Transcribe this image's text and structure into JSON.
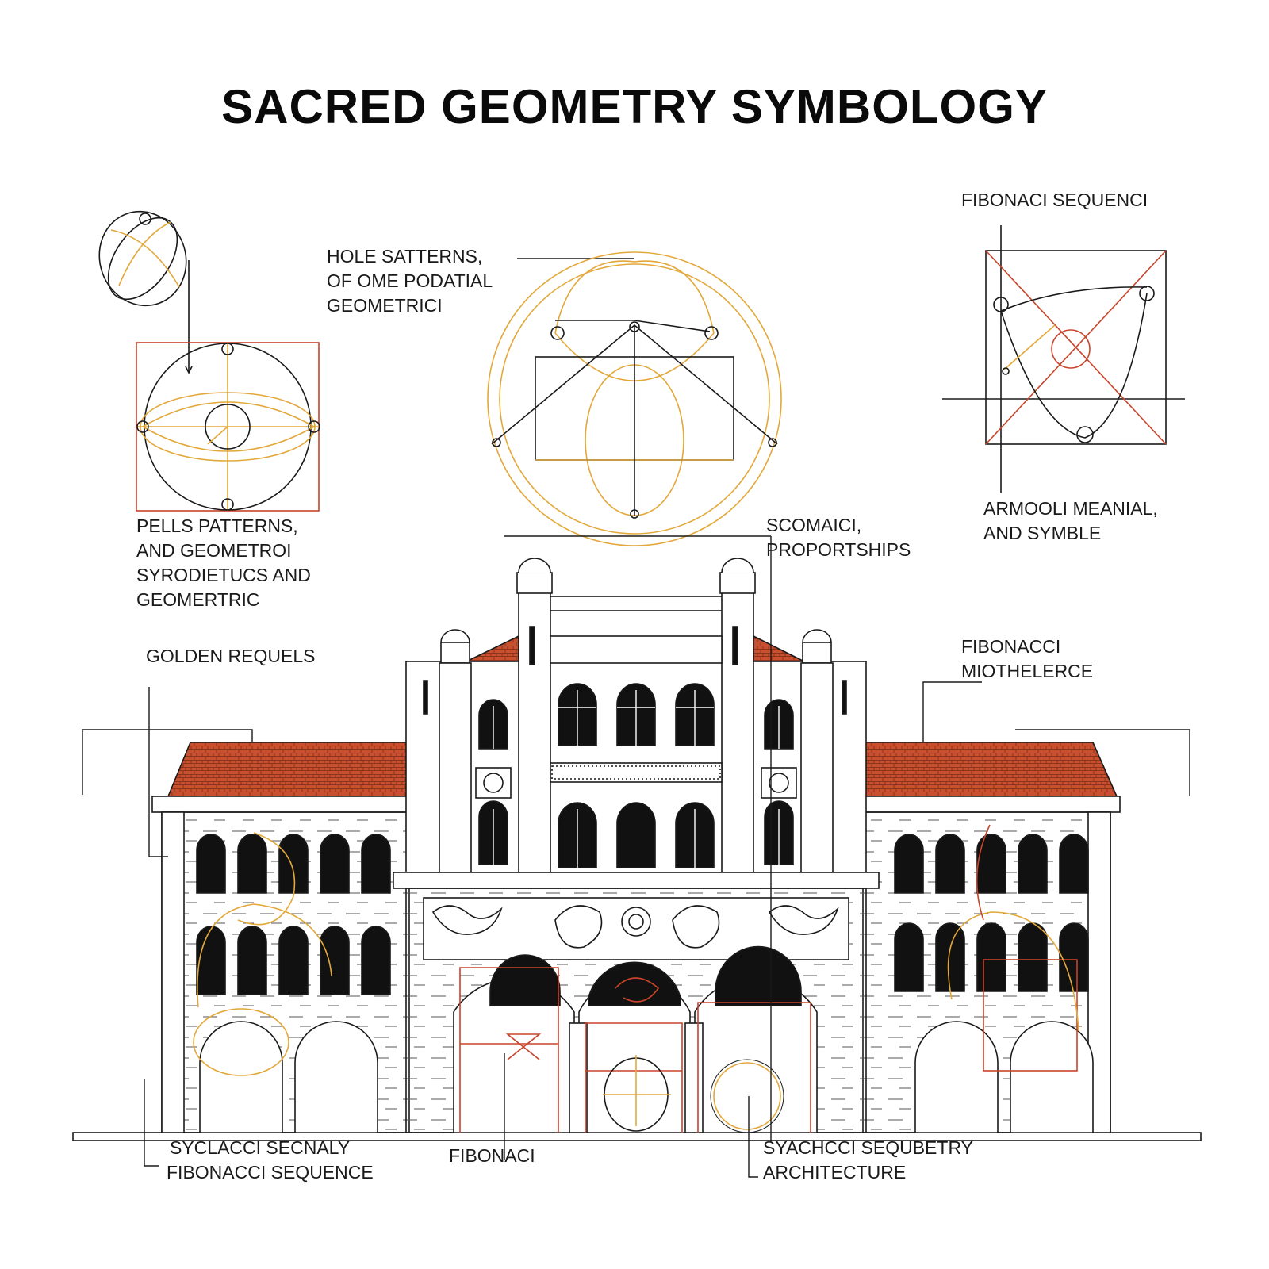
{
  "title": "SACRED GEOMETRY SYMBOLOGY",
  "labels": {
    "top_center": [
      "HOLE SATTERNS,",
      "OF OME PODATIAL",
      "GEOMETRICI"
    ],
    "top_right": [
      "FIBONACI SEQUENCI"
    ],
    "left_mid": [
      "PELLS PATTERNS,",
      "AND GEOMETROI",
      "SYRODIETUCS AND",
      "GEOMERTRIC"
    ],
    "center_mid": [
      "SCOMAICI,",
      "PROPORTSHIPS"
    ],
    "right_mid": [
      "ARMOOLI MEANIAL,",
      "AND SYMBLE"
    ],
    "left_golden": [
      "GOLDEN REQUELS"
    ],
    "right_fibonacci": [
      "FIBONACCI",
      "MIOTHELERCE"
    ],
    "bottom_left": [
      "SYCLACCI SECNALY",
      "FIBONACCI SEQUENCE"
    ],
    "bottom_center": [
      "FIBONACI"
    ],
    "bottom_right": [
      "SYACHCCI SEQUBETRY",
      "ARCHITECTURE"
    ]
  },
  "colors": {
    "ink": "#1a1a1a",
    "gold": "#e3a83a",
    "red": "#c8442a",
    "roof": "#c9502f"
  }
}
